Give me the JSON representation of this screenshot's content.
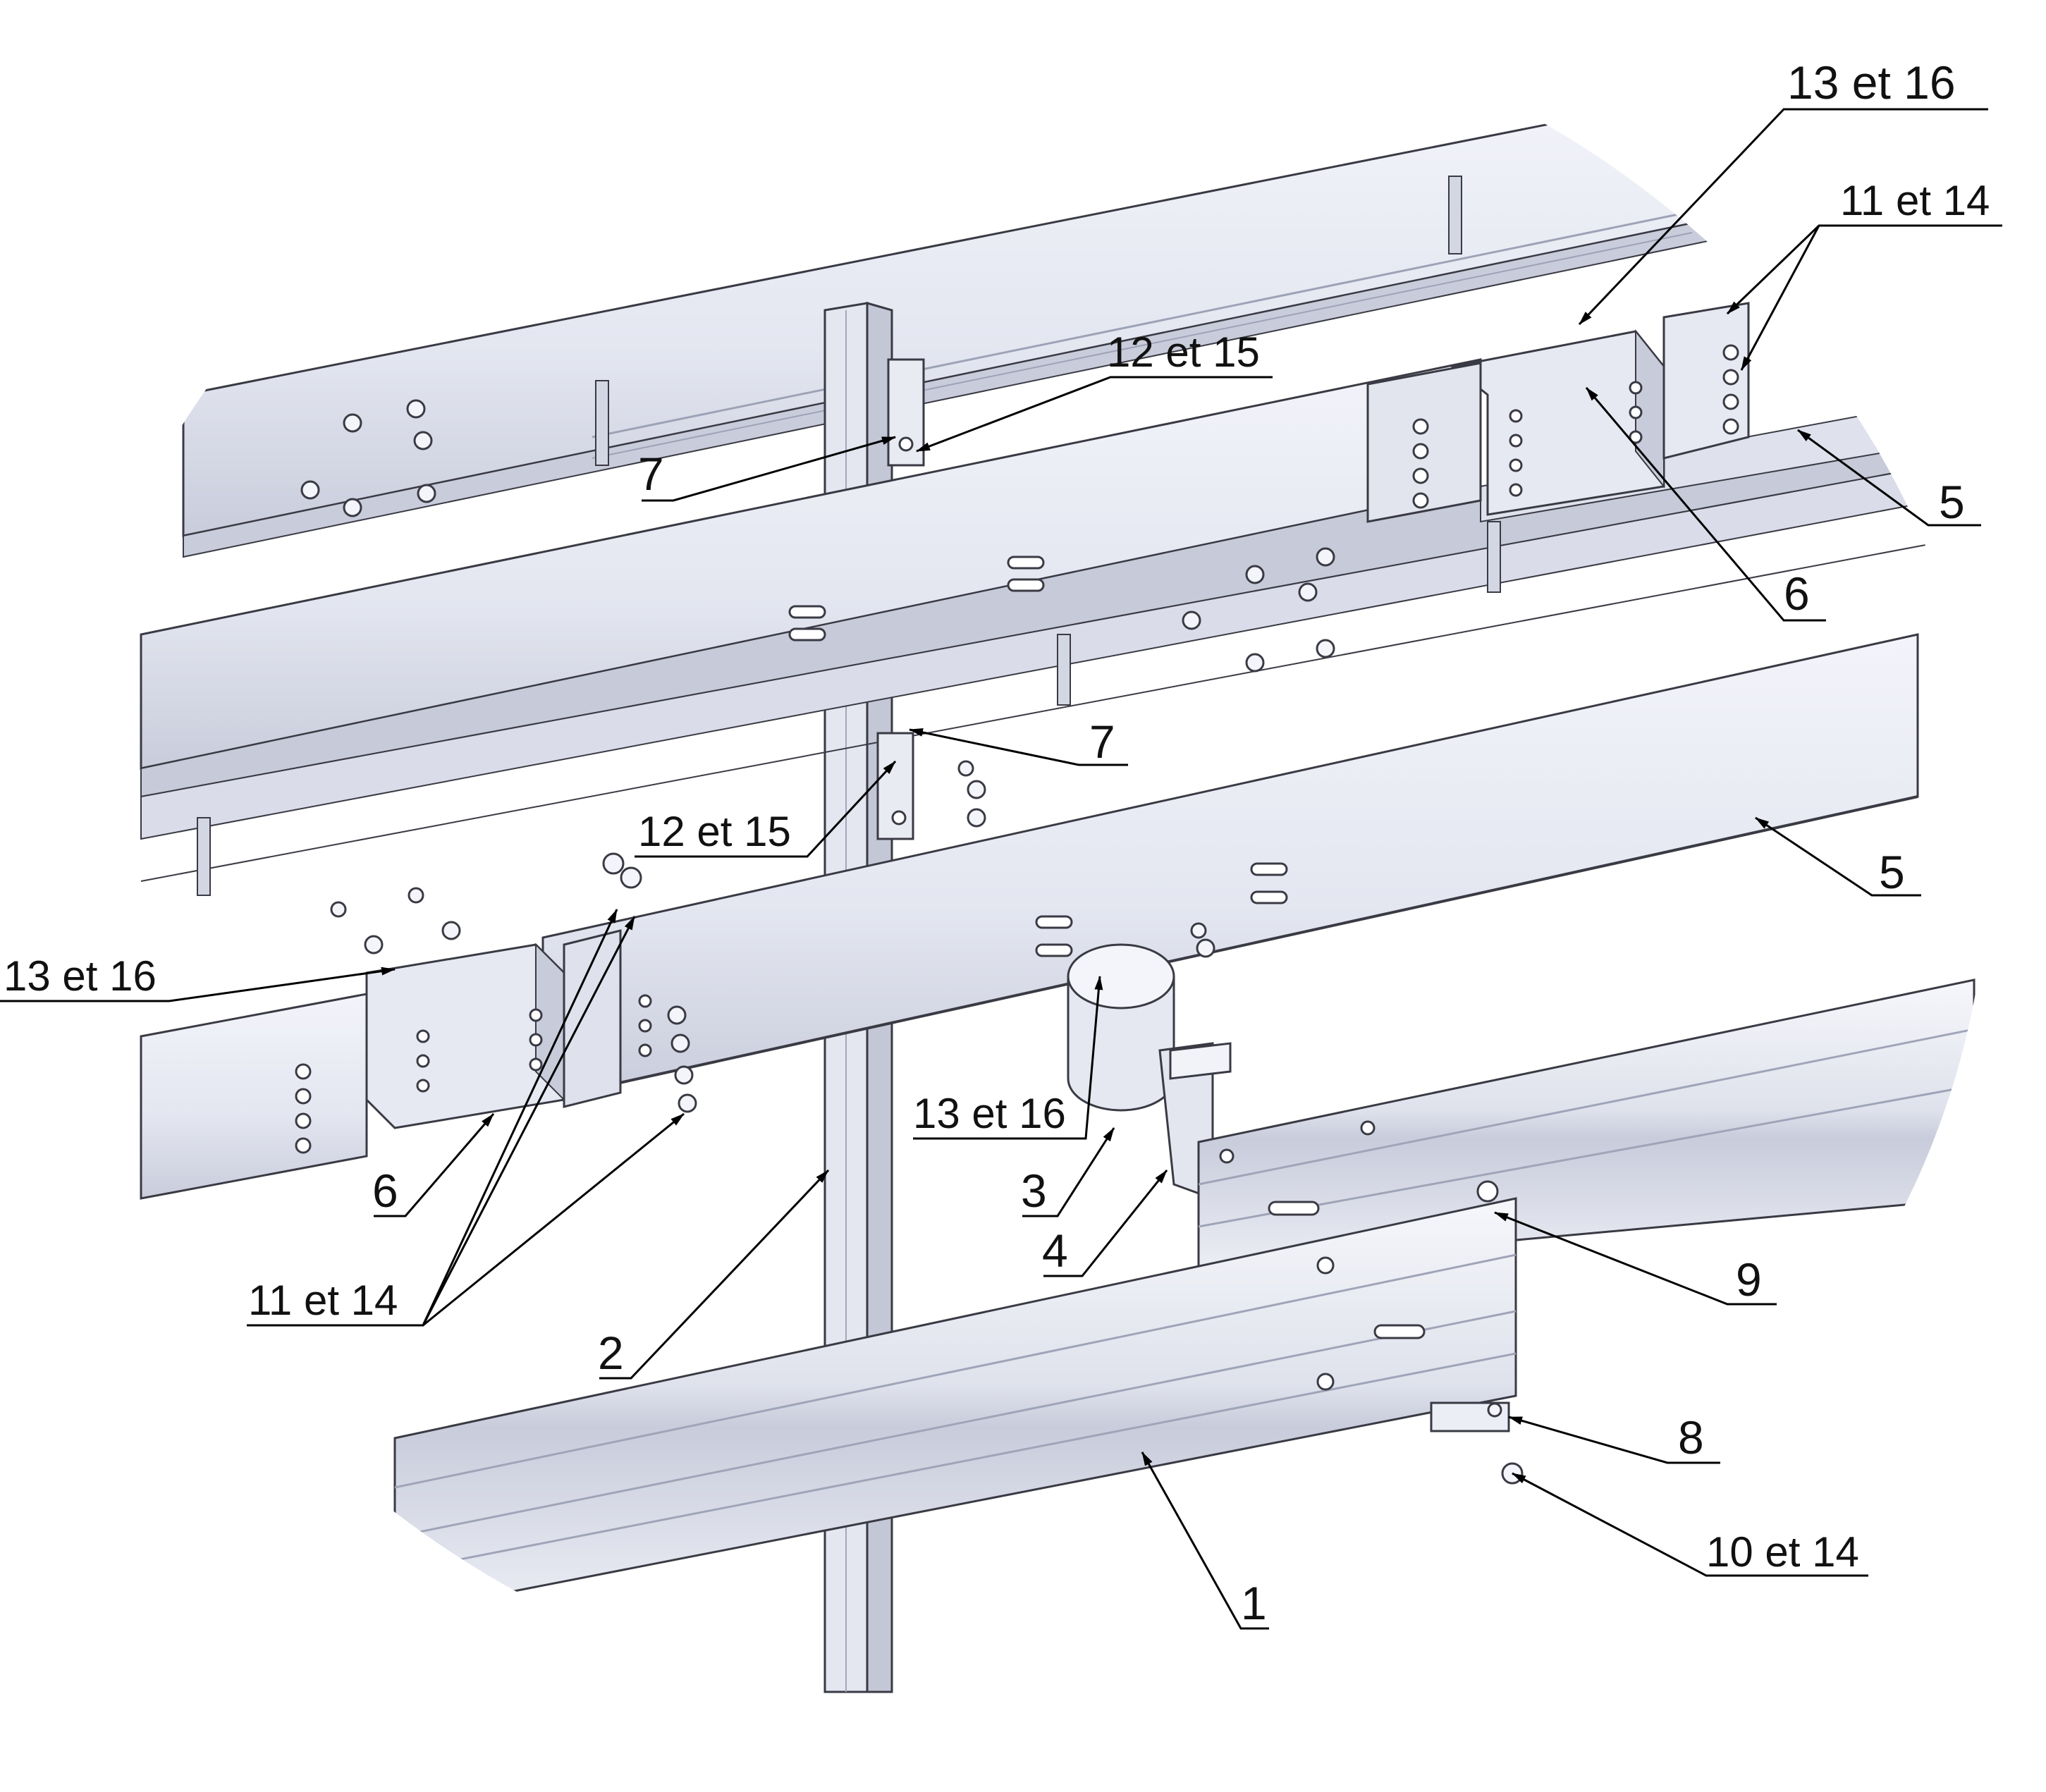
{
  "diagram": {
    "colors": {
      "steel_light": "#eef0f7",
      "steel_mid": "#d8dbe8",
      "steel_dark": "#a9adc0",
      "outline": "#3a3a44",
      "leader": "#000000"
    },
    "callouts": [
      {
        "id": "c-13-16-top",
        "label": "13 et 16"
      },
      {
        "id": "c-11-14-top",
        "label": "11 et 14"
      },
      {
        "id": "c-12-15-top",
        "label": "12 et 15"
      },
      {
        "id": "c-7-top",
        "label": "7"
      },
      {
        "id": "c-5-top",
        "label": "5"
      },
      {
        "id": "c-6-top",
        "label": "6"
      },
      {
        "id": "c-7-mid",
        "label": "7"
      },
      {
        "id": "c-12-15-mid",
        "label": "12 et 15"
      },
      {
        "id": "c-5-mid",
        "label": "5"
      },
      {
        "id": "c-13-16-left",
        "label": "13 et 16"
      },
      {
        "id": "c-13-16-center",
        "label": "13 et 16"
      },
      {
        "id": "c-6-bottom",
        "label": "6"
      },
      {
        "id": "c-3",
        "label": "3"
      },
      {
        "id": "c-4",
        "label": "4"
      },
      {
        "id": "c-9",
        "label": "9"
      },
      {
        "id": "c-11-14-bottom",
        "label": "11 et 14"
      },
      {
        "id": "c-2",
        "label": "2"
      },
      {
        "id": "c-8",
        "label": "8"
      },
      {
        "id": "c-10-14",
        "label": "10 et 14"
      },
      {
        "id": "c-1",
        "label": "1"
      }
    ]
  }
}
